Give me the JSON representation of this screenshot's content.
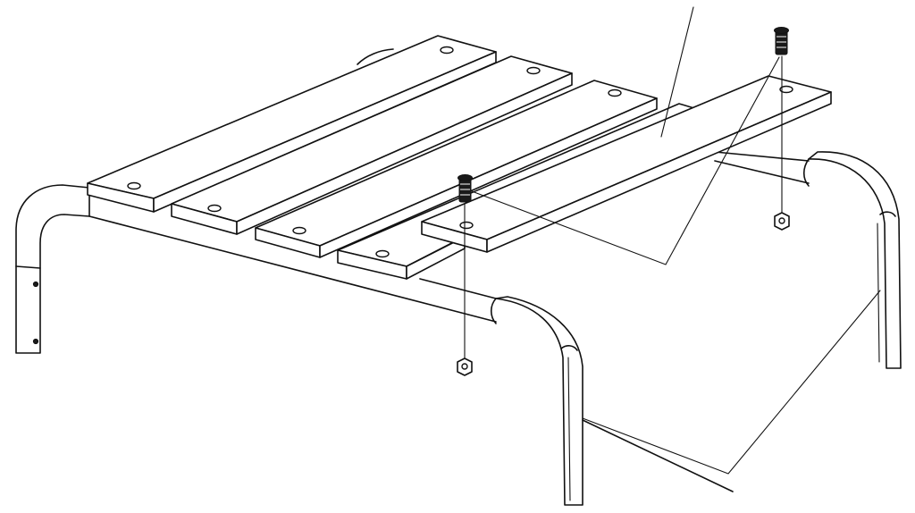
{
  "diagram": {
    "kind": "exploded assembly drawing",
    "style": "black line art on white",
    "parts": [
      {
        "name": "seat-slat",
        "count": 5
      },
      {
        "name": "tubular-frame",
        "count": 1
      },
      {
        "name": "bolt",
        "count": 2
      },
      {
        "name": "nut",
        "count": 2
      }
    ],
    "leader_lines": 3,
    "callout_text": []
  },
  "colors": {
    "line": "#111111",
    "background": "#ffffff"
  }
}
